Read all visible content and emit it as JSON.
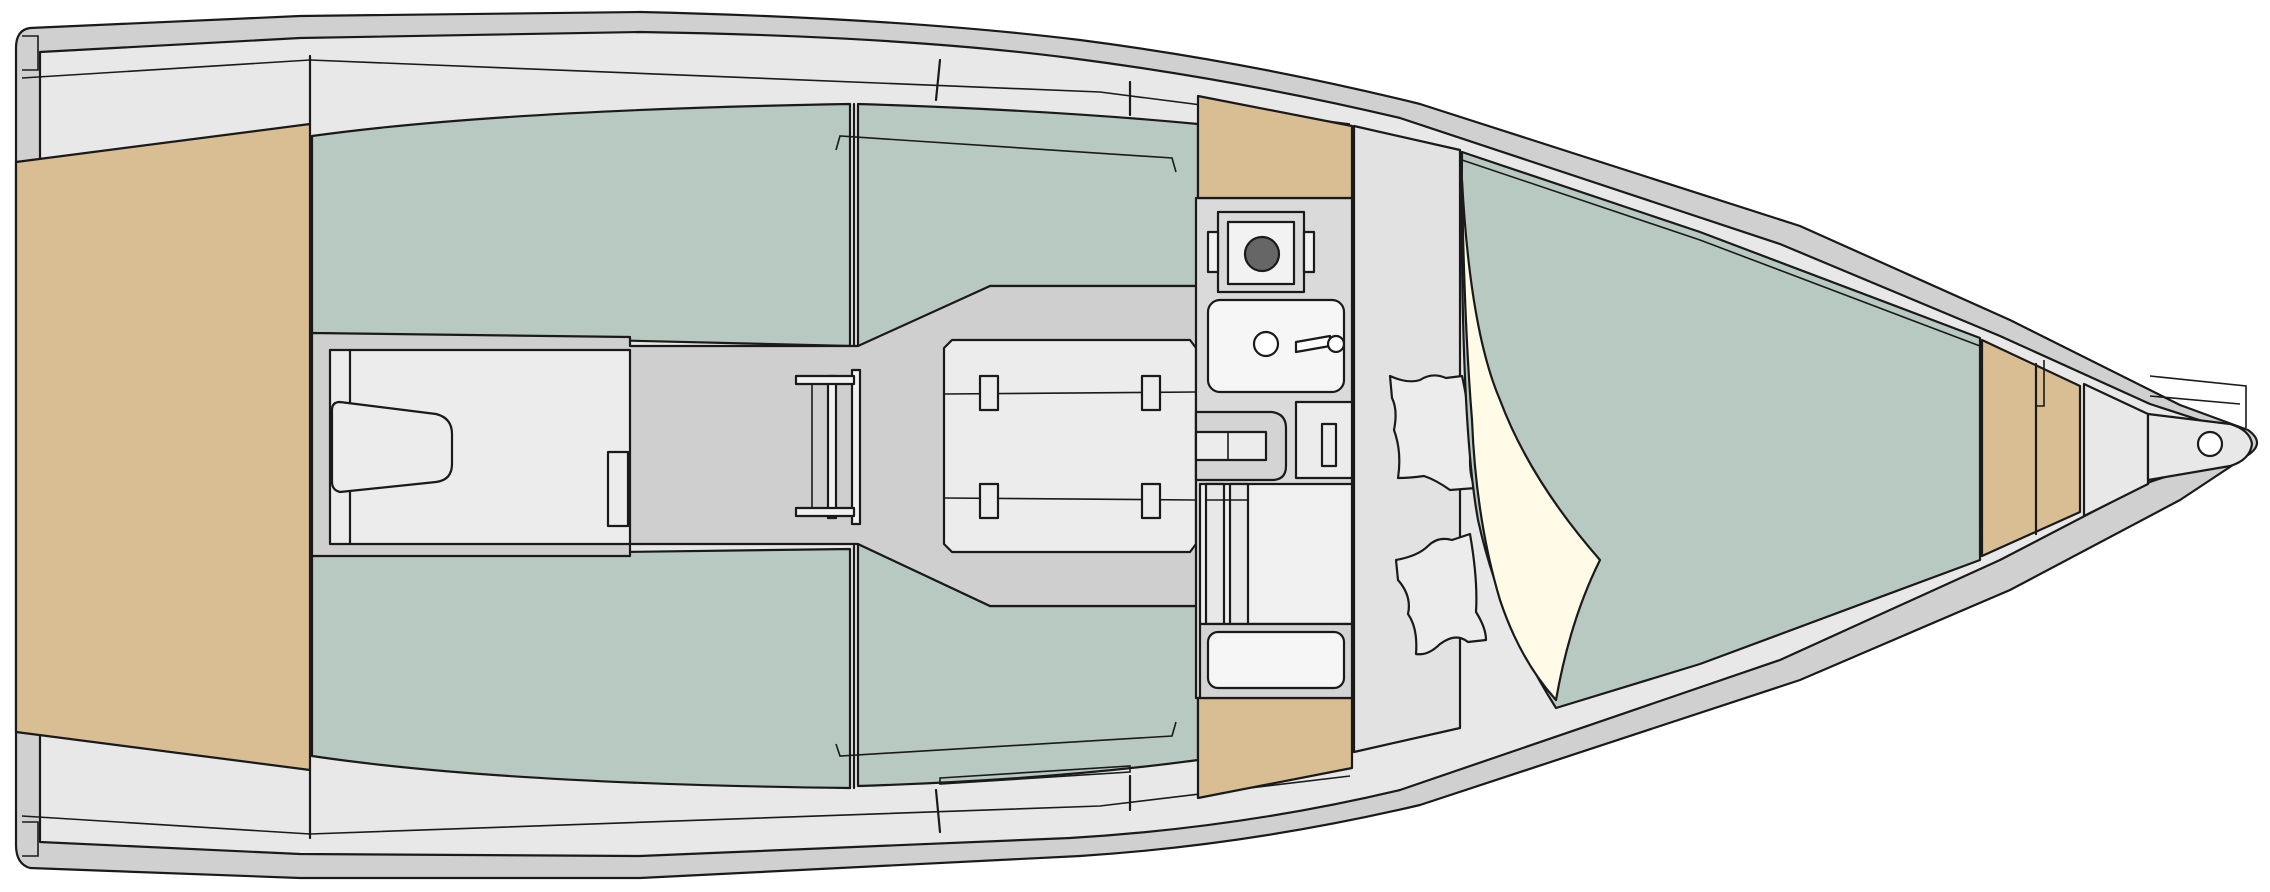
{
  "diagram": {
    "title": "",
    "colors": {
      "outline": "#1a1a1a",
      "hull_rail": "#d0d0d0",
      "deck": "#e6e6e6",
      "sole": "#cfcfcf",
      "cushion": "#b8c9c1",
      "wood": "#d9bd93",
      "light_panel": "#ececec",
      "sheet": "#fffbe6",
      "fixture": "#f4f4f4",
      "burner": "#666666"
    },
    "regions": [
      {
        "name": "hull-outline"
      },
      {
        "name": "stern-locker"
      },
      {
        "name": "aft-berth-port"
      },
      {
        "name": "aft-berth-starboard"
      },
      {
        "name": "settee-port"
      },
      {
        "name": "settee-starboard"
      },
      {
        "name": "cabin-sole"
      },
      {
        "name": "saloon-table"
      },
      {
        "name": "companionway-ladder"
      },
      {
        "name": "galley-stove"
      },
      {
        "name": "galley-sink"
      },
      {
        "name": "chart-table"
      },
      {
        "name": "forward-bulkhead-port"
      },
      {
        "name": "forward-bulkhead-starboard"
      },
      {
        "name": "v-berth"
      },
      {
        "name": "bow-locker"
      },
      {
        "name": "bowsprit"
      }
    ]
  }
}
